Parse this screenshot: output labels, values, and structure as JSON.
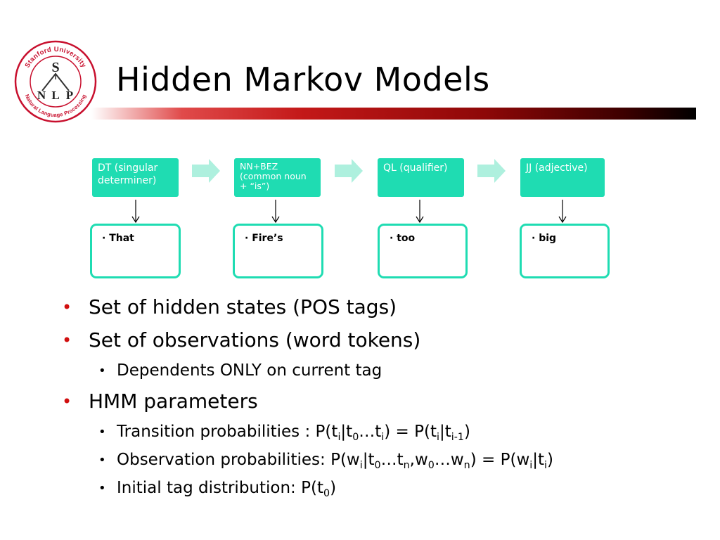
{
  "logo": {
    "top_text": "Stanford University",
    "bottom_text": "Natural Language Processing",
    "s": "S",
    "n": "N",
    "l": "L",
    "p": "P"
  },
  "title": "Hidden Markov Models",
  "colors": {
    "accent_teal": "#1fdcb2",
    "arrow_teal": "#aef0de",
    "bullet_red": "#d10f0f",
    "logo_red": "#c8102e"
  },
  "states": [
    {
      "label": "DT (singular determiner)"
    },
    {
      "label": "NN+BEZ (common noun + “is”)"
    },
    {
      "label": "QL (qualifier)"
    },
    {
      "label": "JJ (adjective)"
    }
  ],
  "observations": [
    {
      "word": "· That"
    },
    {
      "word": "· Fire’s"
    },
    {
      "word": "· too"
    },
    {
      "word": "· big"
    }
  ],
  "bullets": {
    "b1": "Set of hidden states (POS tags)",
    "b2": "Set of observations (word tokens)",
    "b2_sub1": "Dependents ONLY on current tag",
    "b3": "HMM parameters",
    "transition_label": "Transition probabilities : ",
    "observation_label": "Observation probabilities: ",
    "initial_label": "Initial tag distribution: "
  },
  "formula": {
    "P": "P",
    "open": "(",
    "close": ")",
    "bar": "|",
    "ellipsis": "…",
    "comma": ",",
    "eq": " = ",
    "t": "t",
    "w": "w",
    "i": "i",
    "zero": "0",
    "n": "n",
    "im1": "i-1"
  }
}
